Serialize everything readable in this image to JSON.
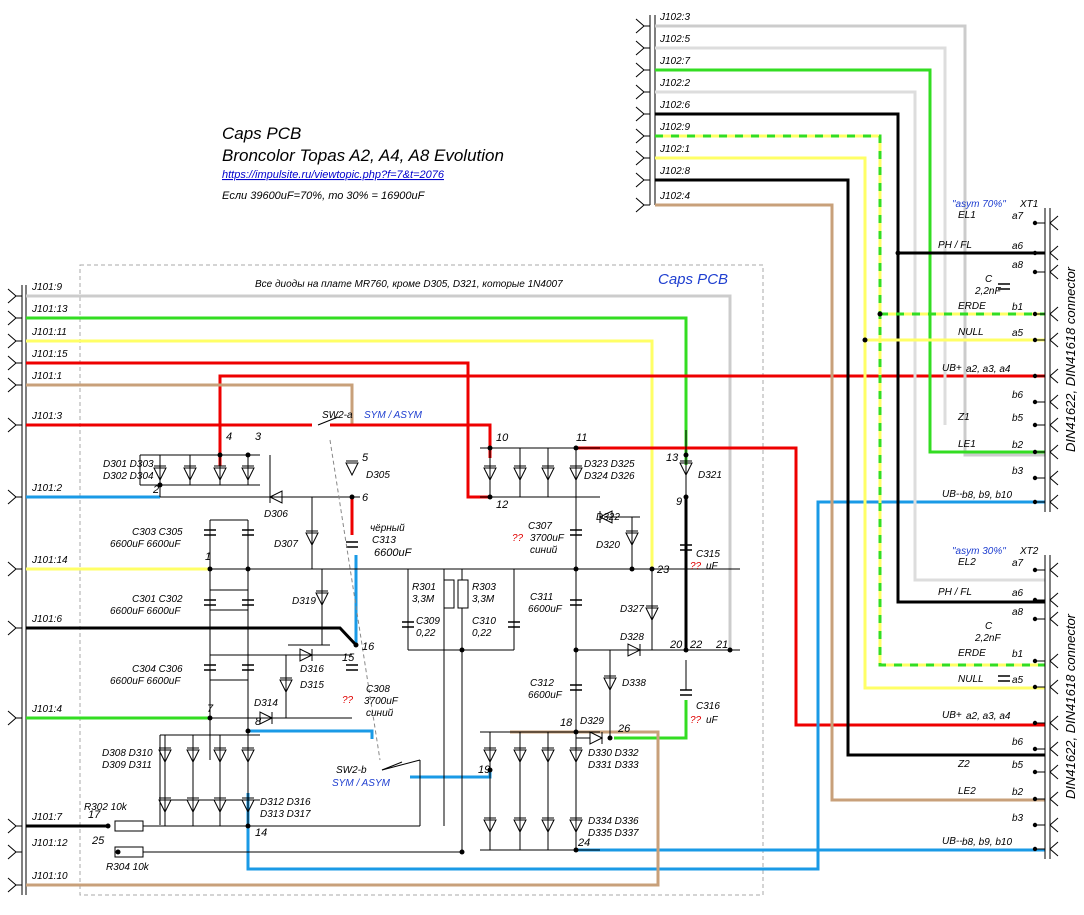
{
  "header": {
    "title1": "Caps PCB",
    "title2": "Broncolor Topas A2, A4, A8 Evolution",
    "link": "https://impulsite.ru/viewtopic.php?f=7&t=2076",
    "note": "Если 39600uF=70%, то 30% = 16900uF"
  },
  "board": {
    "name": "Caps PCB",
    "note": "Все диоды на плате MR760, кроме D305, D321, которые 1N4007"
  },
  "left_pins": [
    "J101:9",
    "J101:13",
    "J101:11",
    "J101:15",
    "J101:1",
    "J101:3",
    "J101:2",
    "J101:14",
    "J101:6",
    "J101:4",
    "J101:7",
    "J101:12",
    "J101:10"
  ],
  "top_pins": [
    "J102:3",
    "J102:5",
    "J102:7",
    "J102:2",
    "J102:6",
    "J102:9",
    "J102:1",
    "J102:8",
    "J102:4"
  ],
  "xt1": {
    "title": "\"asym 70%\"",
    "ref": "XT1",
    "connector": "DIN41622, DIN41618 connector",
    "rows": [
      {
        "sig": "EL1",
        "pin": "a7"
      },
      {
        "sig": "PH / FL",
        "pin": "a6"
      },
      {
        "sig": "",
        "pin": "a8"
      },
      {
        "sig": "ERDE",
        "pin": "b1"
      },
      {
        "sig": "NULL",
        "pin": "a5"
      },
      {
        "sig": "UB+",
        "pin": "a2, a3, a4"
      },
      {
        "sig": "",
        "pin": "b6"
      },
      {
        "sig": "Z1",
        "pin": "b5"
      },
      {
        "sig": "LE1",
        "pin": "b2"
      },
      {
        "sig": "",
        "pin": "b3"
      },
      {
        "sig": "UB--",
        "pin": "b8, b9, b10"
      }
    ],
    "cap": "C",
    "cap_value": "2,2nF"
  },
  "xt2": {
    "title": "\"asym 30%\"",
    "ref": "XT2",
    "connector": "DIN41622, DIN41618 connector",
    "rows": [
      {
        "sig": "EL2",
        "pin": "a7"
      },
      {
        "sig": "PH / FL",
        "pin": "a6"
      },
      {
        "sig": "",
        "pin": "a8"
      },
      {
        "sig": "ERDE",
        "pin": "b1"
      },
      {
        "sig": "NULL",
        "pin": "a5"
      },
      {
        "sig": "UB+",
        "pin": "a2, a3, a4"
      },
      {
        "sig": "",
        "pin": "b6"
      },
      {
        "sig": "Z2",
        "pin": "b5"
      },
      {
        "sig": "LE2",
        "pin": "b2"
      },
      {
        "sig": "",
        "pin": "b3"
      },
      {
        "sig": "UB--",
        "pin": "b8, b9, b10"
      }
    ],
    "cap": "C",
    "cap_value": "2,2nF"
  },
  "switch": {
    "sw2a": "SW2-a",
    "sw2b": "SW2-b",
    "label": "SYM / ASYM"
  },
  "labels": {
    "d301": "D301 D303",
    "d302": "D302 D304",
    "c303": "C303  C305",
    "c303v": "6600uF 6600uF",
    "c301": "C301  C302",
    "c301v": "6600uF 6600uF",
    "c304": "C304  C306",
    "c304v": "6600uF 6600uF",
    "d308": "D308 D310",
    "d309": "D309 D311",
    "d312": "D312 D316",
    "d313": "D313 D317",
    "d305": "D305",
    "d306": "D306",
    "d307": "D307",
    "d319": "D319",
    "d316": "D316",
    "d315": "D315",
    "d314": "D314",
    "c313a": "чёрный",
    "c313b": "C313",
    "c313c": "6600uF",
    "c308a": "C308",
    "c308b": "3700uF",
    "c308c": "синий",
    "r301": "R301",
    "r301v": "3,3M",
    "r303": "R303",
    "r303v": "3,3M",
    "c309": "C309",
    "c309v": "0,22",
    "c310": "C310",
    "c310v": "0,22",
    "c307": "C307",
    "c307v": "3700uF",
    "c307c": "синий",
    "c311": "C311",
    "c311v": "6600uF",
    "c312": "C312",
    "c312v": "6600uF",
    "d323": "D323 D325",
    "d324": "D324 D326",
    "d322": "D322",
    "d320": "D320",
    "d321": "D321",
    "c315": "C315",
    "c315v": "uF",
    "d327": "D327",
    "d328": "D328",
    "d338": "D338",
    "d329": "D329",
    "c316": "C316",
    "c316v": "uF",
    "d330": "D330 D332",
    "d331": "D331 D333",
    "d334": "D334 D336",
    "d335": "D335 D337",
    "r302": "R302  10k",
    "r304": "R304  10k",
    "qq": "??"
  },
  "nodes": [
    "1",
    "2",
    "3",
    "4",
    "5",
    "6",
    "7",
    "8",
    "9",
    "10",
    "11",
    "12",
    "13",
    "14",
    "15",
    "16",
    "17",
    "18",
    "19",
    "20",
    "21",
    "22",
    "23",
    "24",
    "25",
    "26"
  ],
  "colors": {
    "red": "#ee0000",
    "green": "#33dd22",
    "yellow": "#ffff66",
    "blue": "#1a9ae6",
    "brown": "#c8a07a",
    "gray": "#cccccc",
    "black": "#000000",
    "frame": "#999999"
  }
}
